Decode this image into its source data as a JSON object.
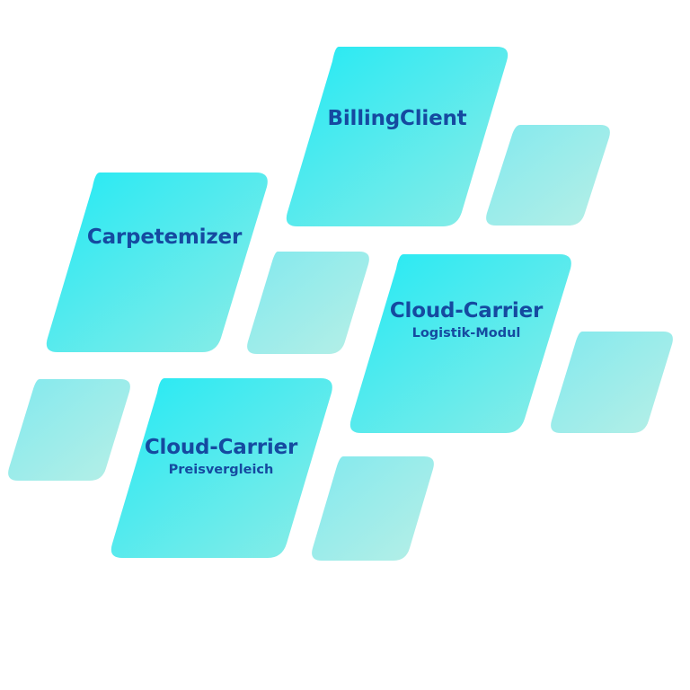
{
  "tiles": [
    {
      "name": "BillingClient",
      "title": "BillingClient",
      "subtitle": ""
    },
    {
      "name": "Carpetemizer",
      "title": "Carpetemizer",
      "subtitle": ""
    },
    {
      "name": "Cloud-Carrier",
      "title": "Cloud-Carrier",
      "subtitle": "Logistik-Modul"
    },
    {
      "name": "Cloud-Carrier",
      "title": "Cloud-Carrier",
      "subtitle": "Preisvergleich"
    }
  ],
  "colors": {
    "label": "#154aa0",
    "tile_gradient_start": "#22e9f4",
    "tile_gradient_end": "#8eece6",
    "small_tile_gradient_start": "#82e9ee",
    "small_tile_gradient_end": "#b7efe6"
  }
}
